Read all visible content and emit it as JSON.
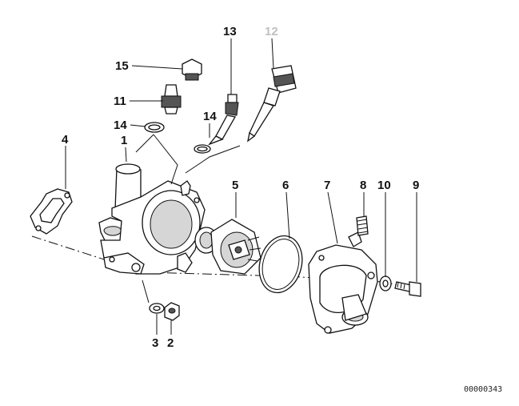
{
  "callouts": {
    "c1": "1",
    "c2": "2",
    "c3": "3",
    "c4": "4",
    "c5": "5",
    "c6": "6",
    "c7": "7",
    "c8": "8",
    "c9": "9",
    "c10": "10",
    "c11": "11",
    "c12": "12",
    "c13": "13",
    "c14a": "14",
    "c14b": "14",
    "c15": "15"
  },
  "reference_number": "00000343",
  "colors": {
    "ink": "#111111",
    "dimmed_label": "#c0c0c0",
    "background": "#ffffff"
  }
}
